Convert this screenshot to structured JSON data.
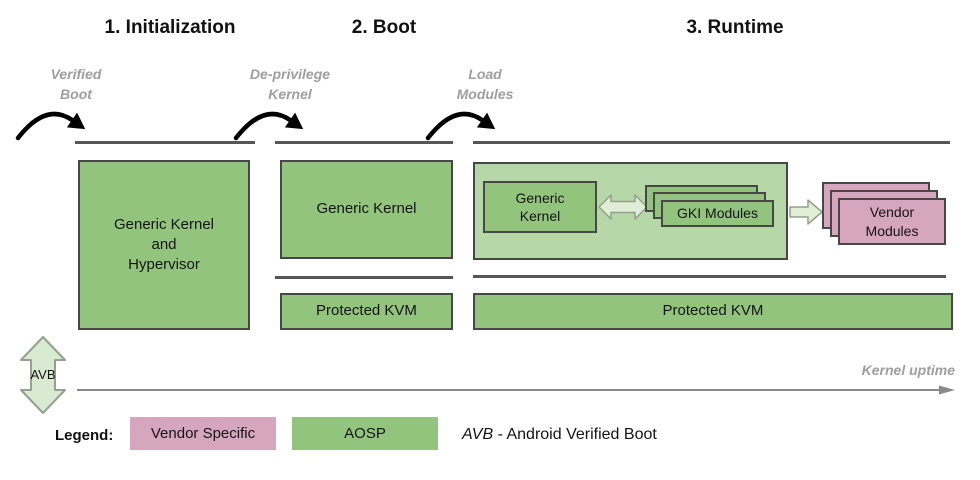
{
  "headings": {
    "initialization": "1. Initialization",
    "boot": "2. Boot",
    "runtime": "3. Runtime"
  },
  "transitions": {
    "verified_boot": {
      "line1": "Verified",
      "line2": "Boot"
    },
    "deprivilege_kernel": {
      "line1": "De-privilege",
      "line2": "Kernel"
    },
    "load_modules": {
      "line1": "Load",
      "line2": "Modules"
    }
  },
  "boxes": {
    "init_kernel": {
      "line1": "Generic Kernel",
      "line2": "and",
      "line3": "Hypervisor"
    },
    "boot_kernel": {
      "label": "Generic Kernel"
    },
    "boot_pkvm": {
      "label": "Protected KVM"
    },
    "runtime_kernel": {
      "line1": "Generic",
      "line2": "Kernel"
    },
    "gki_modules": {
      "label": "GKI Modules"
    },
    "vendor_modules": {
      "line1": "Vendor",
      "line2": "Modules"
    },
    "runtime_pkvm": {
      "label": "Protected KVM"
    }
  },
  "avb_marker": {
    "label": "AVB"
  },
  "axis": {
    "label": "Kernel uptime"
  },
  "legend": {
    "title": "Legend:",
    "vendor_chip": "Vendor Specific",
    "aosp_chip": "AOSP",
    "note_term": "AVB",
    "note_rest": "- Android Verified Boot"
  },
  "colors": {
    "aosp_green": "#93c47d",
    "runtime_container_green": "#b6d7a8",
    "block_arrow_green": "#d9ead3",
    "vendor_pink": "#d5a6bd",
    "box_border": "#474747",
    "rail_gray": "#565656",
    "label_gray": "#9e9e9e",
    "axis_gray": "#8a8a8a"
  }
}
